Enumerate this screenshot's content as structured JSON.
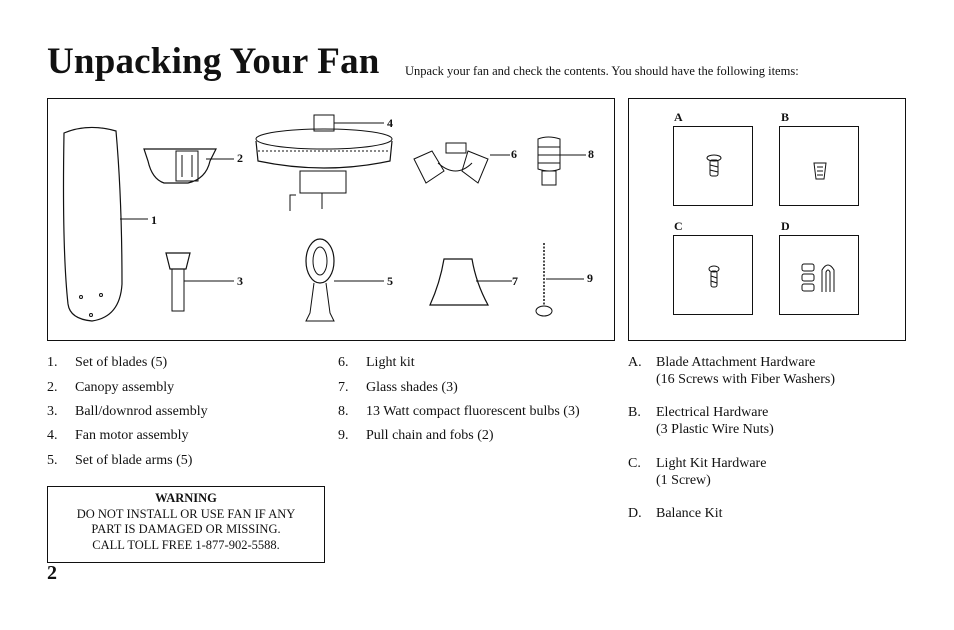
{
  "title": "Unpacking Your Fan",
  "intro": "Unpack your fan and check the contents. You should have the following items:",
  "diagram_labels": [
    "1",
    "2",
    "3",
    "4",
    "5",
    "6",
    "7",
    "8",
    "9"
  ],
  "hardware_letters": [
    "A",
    "B",
    "C",
    "D"
  ],
  "parts": [
    {
      "num": "1.",
      "text": "Set of blades (5)"
    },
    {
      "num": "2.",
      "text": "Canopy assembly"
    },
    {
      "num": "3.",
      "text": "Ball/downrod assembly"
    },
    {
      "num": "4.",
      "text": "Fan motor assembly"
    },
    {
      "num": "5.",
      "text": "Set of blade arms (5)"
    },
    {
      "num": "6.",
      "text": "Light kit"
    },
    {
      "num": "7.",
      "text": "Glass shades (3)"
    },
    {
      "num": "8.",
      "text": "13 Watt compact fluorescent bulbs (3)"
    },
    {
      "num": "9.",
      "text": "Pull chain and fobs (2)"
    }
  ],
  "hardware": [
    {
      "letter": "A.",
      "line1": "Blade Attachment Hardware",
      "line2": "(16 Screws with Fiber Washers)"
    },
    {
      "letter": "B.",
      "line1": "Electrical Hardware",
      "line2": "(3 Plastic Wire Nuts)"
    },
    {
      "letter": "C.",
      "line1": "Light Kit Hardware",
      "line2": "(1 Screw)"
    },
    {
      "letter": "D.",
      "line1": "Balance Kit",
      "line2": ""
    }
  ],
  "warning": {
    "title": "WARNING",
    "line1": "DO NOT INSTALL OR USE FAN IF ANY",
    "line2": "PART IS DAMAGED OR MISSING.",
    "line3": "CALL TOLL FREE 1-877-902-5588."
  },
  "page_number": "2",
  "colors": {
    "ink": "#111111",
    "paper": "#ffffff"
  }
}
